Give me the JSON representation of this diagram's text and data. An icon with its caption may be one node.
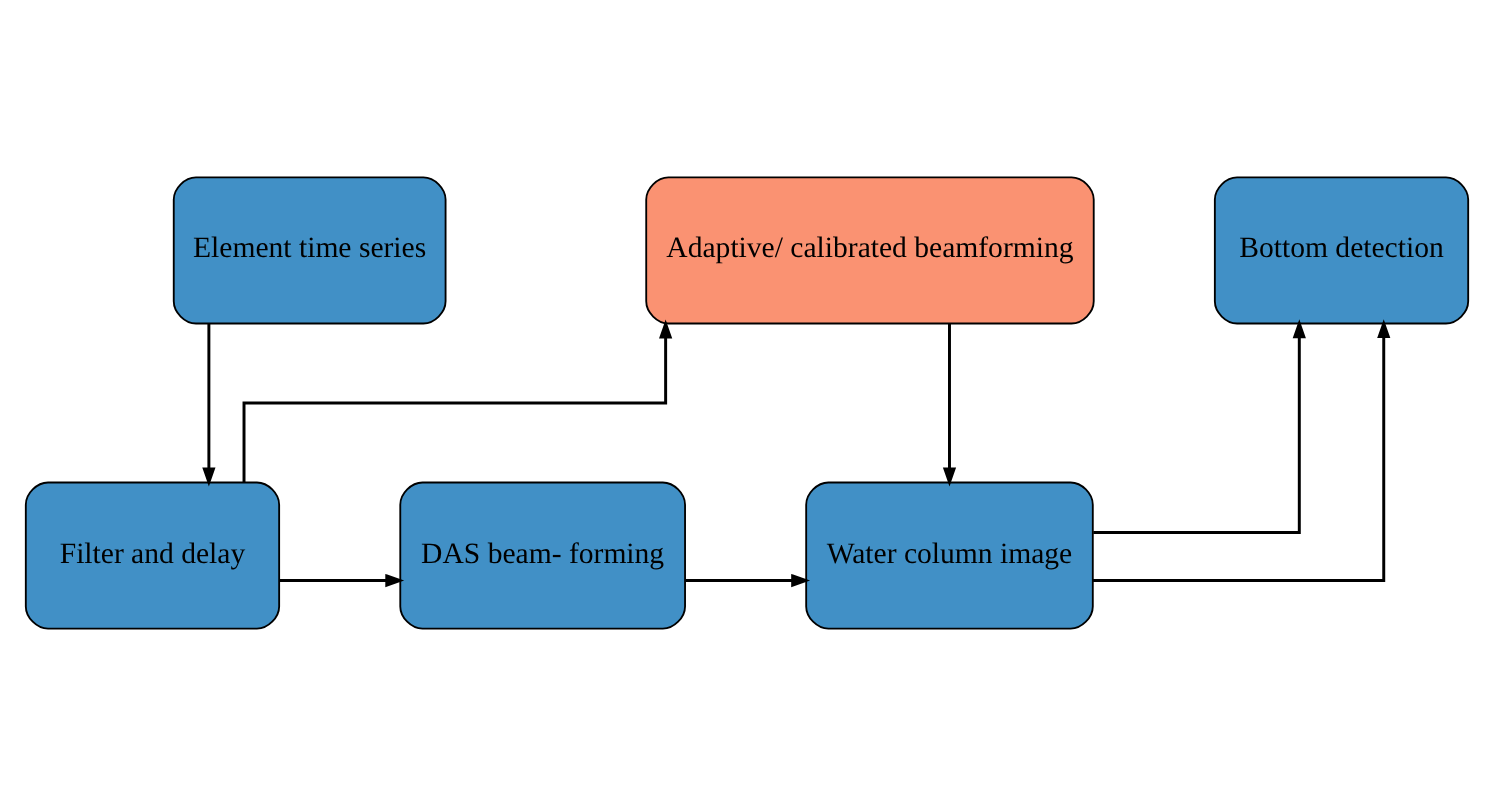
{
  "diagram": {
    "nodes": [
      {
        "text": [
          "Element time series"
        ]
      },
      {
        "text": [
          "Adaptive/ calibrated beamforming"
        ]
      },
      {
        "text": [
          "Bottom detection"
        ]
      },
      {
        "text": [
          "Filter and delay"
        ]
      },
      {
        "text": [
          "DAS beam- forming"
        ]
      },
      {
        "text": [
          "Water column image"
        ]
      }
    ],
    "edges": [
      {
        "from": 0,
        "to": 3,
        "arrow": "to"
      },
      {
        "from": 3,
        "to": 1,
        "arrow": "to"
      },
      {
        "from": 3,
        "to": 4,
        "arrow": "to"
      },
      {
        "from": 1,
        "to": 5,
        "arrow": "to"
      },
      {
        "from": 4,
        "to": 5,
        "arrow": "to"
      },
      {
        "from": 5,
        "to": 2,
        "arrow": "to"
      },
      {
        "from": 5,
        "to": 2,
        "arrow": "to"
      }
    ]
  }
}
